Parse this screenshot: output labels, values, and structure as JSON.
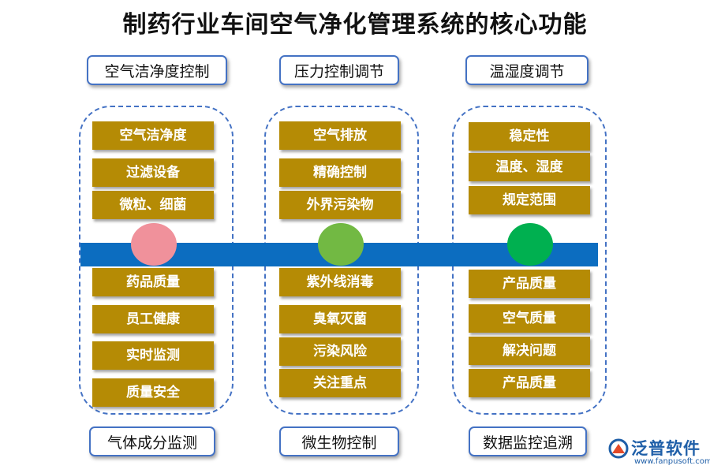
{
  "title": "制药行业车间空气净化管理系统的核心功能",
  "columns": [
    {
      "header": "空气洁净度控制",
      "footer": "气体成分监测",
      "circle_color": "#f0919b",
      "top_items": [
        "空气洁净度",
        "过滤设备",
        "微粒、细菌"
      ],
      "bottom_items": [
        "药品质量",
        "员工健康",
        "实时监测",
        "质量安全"
      ]
    },
    {
      "header": "压力控制调节",
      "footer": "微生物控制",
      "circle_color": "#72b943",
      "top_items": [
        "空气排放",
        "精确控制",
        "外界污染物"
      ],
      "bottom_items": [
        "紫外线消毒",
        "臭氧灭菌",
        "污染风险",
        "关注重点"
      ]
    },
    {
      "header": "温湿度调节",
      "footer": "数据监控追溯",
      "circle_color": "#00b050",
      "top_items": [
        "稳定性",
        "温度、湿度",
        "规定范围"
      ],
      "bottom_items": [
        "产品质量",
        "空气质量",
        "解决问题",
        "产品质量"
      ]
    }
  ],
  "colors": {
    "band": "#0c6dc0",
    "item_bg": "#b58b05",
    "border": "#4472c4"
  },
  "logo": {
    "name": "泛普软件",
    "url": "www.fanpusoft.com"
  }
}
